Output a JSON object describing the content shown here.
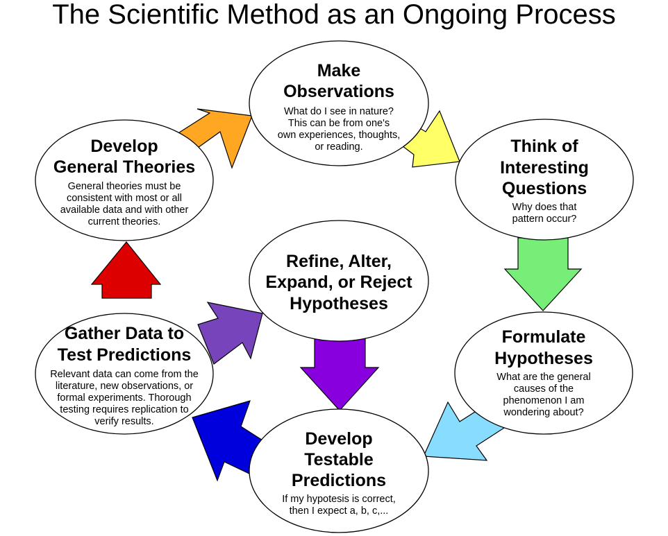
{
  "title": "The Scientific Method as an Ongoing Process",
  "nodes": {
    "make_observations": {
      "title": [
        "Make",
        "Observations"
      ],
      "body": [
        "What do I see in nature?",
        "This can be from one's",
        "own experiences, thoughts,",
        "or reading."
      ]
    },
    "think_questions": {
      "title": [
        "Think of",
        "Interesting",
        "Questions"
      ],
      "body": [
        "Why does that",
        "pattern occur?"
      ]
    },
    "formulate_hypotheses": {
      "title": [
        "Formulate",
        "Hypotheses"
      ],
      "body": [
        "What are the general",
        "causes of the",
        "phenomenon I am",
        "wondering about?"
      ]
    },
    "develop_predictions": {
      "title": [
        "Develop",
        "Testable",
        "Predictions"
      ],
      "body": [
        "If my hypotesis is correct,",
        "then I expect a, b, c,..."
      ]
    },
    "gather_data": {
      "title": [
        "Gather Data to",
        "Test Predictions"
      ],
      "body": [
        "Relevant data can come from the",
        "literature, new observations, or",
        "formal experiments.  Thorough",
        "testing requires replication to",
        "verify results."
      ]
    },
    "develop_theories": {
      "title": [
        "Develop",
        "General Theories"
      ],
      "body": [
        "General theories must be",
        "consistent with most or all",
        "available data and with other",
        "current theories."
      ]
    },
    "refine_hypotheses": {
      "title": [
        "Refine, Alter,",
        "Expand, or Reject",
        "Hypotheses"
      ],
      "body": []
    }
  },
  "arrow_colors": {
    "theories_to_observations": "#ffa722",
    "observations_to_questions": "#ffff66",
    "questions_to_hypotheses": "#77ee77",
    "hypotheses_to_predictions": "#88ddff",
    "predictions_to_data": "#0000dd",
    "data_to_theories": "#dd0000",
    "data_to_refine": "#7744bb",
    "refine_to_predictions": "#8800dd"
  }
}
